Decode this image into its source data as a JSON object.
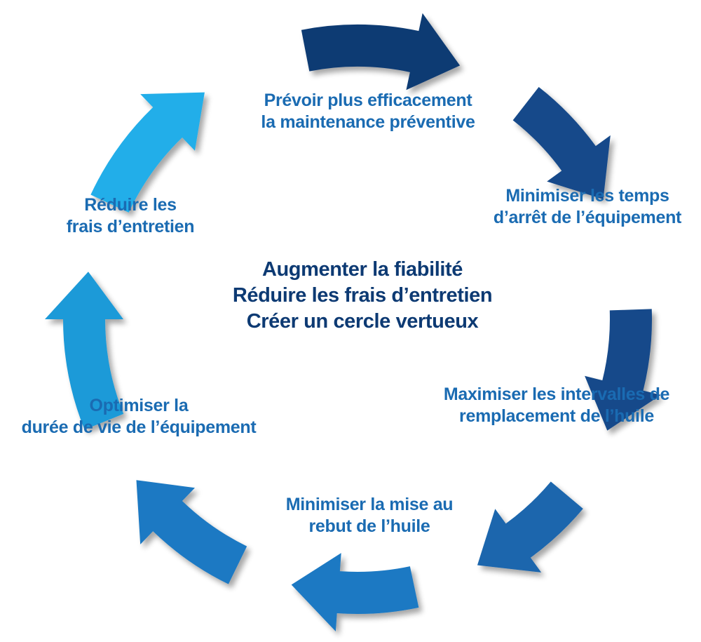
{
  "colors": {
    "dark_navy": "#0d3a73",
    "navy": "#144a8a",
    "medium_blue": "#1a66ad",
    "blue": "#1b79c3",
    "light_blue": "#1f9ad8",
    "sky_blue": "#21aee9",
    "step_text": "#1a6bb2",
    "center_text": "#0d3a73"
  },
  "center": {
    "lines": [
      "Augmenter la fiabilité",
      "Réduire les frais d’entretien",
      "Créer un cercle vertueux"
    ]
  },
  "steps": [
    {
      "lines": [
        "Prévoir plus efficacement",
        "la maintenance préventive"
      ]
    },
    {
      "lines": [
        "Minimiser les temps",
        "d’arrêt de l’équipement"
      ]
    },
    {
      "lines": [
        "Maximiser les intervalles de",
        "remplacement de l’huile"
      ]
    },
    {
      "lines": [
        "Minimiser la mise au",
        "rebut de l’huile"
      ]
    },
    {
      "lines": [
        "Optimiser la",
        "durée de vie de l’équipement"
      ]
    },
    {
      "lines": [
        "Réduire les",
        "frais d’entretien"
      ]
    }
  ]
}
